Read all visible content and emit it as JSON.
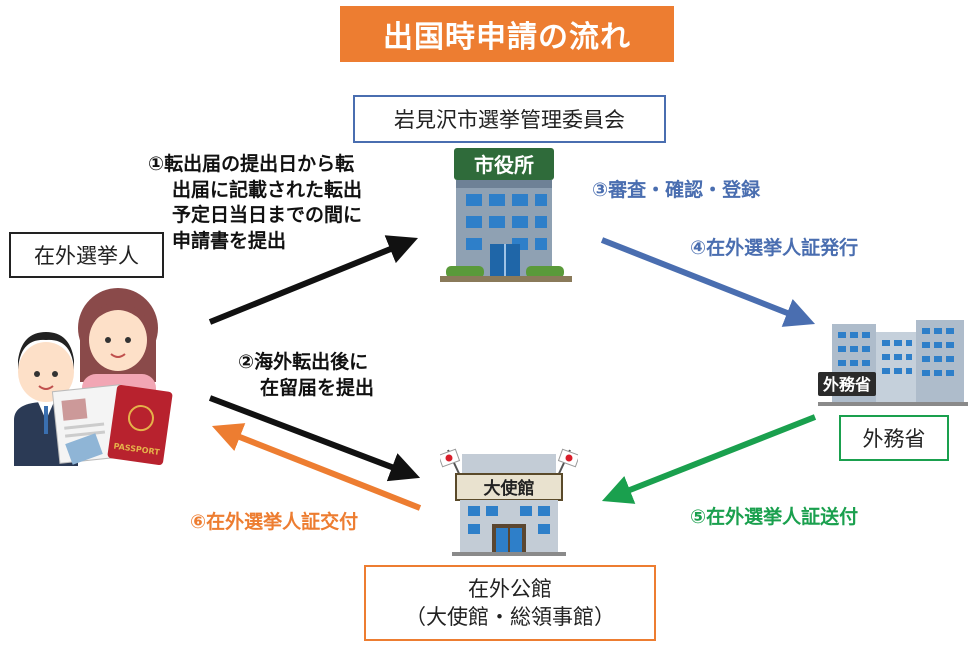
{
  "title": "出国時申請の流れ",
  "nodes": {
    "committee": "岩見沢市選挙管理委員会",
    "voter": "在外選挙人",
    "mofa": "外務省",
    "consulate_line1": "在外公館",
    "consulate_line2": "（大使館・総領事館）"
  },
  "steps": {
    "step1": [
      "①転出届の提出日から転",
      "出届に記載された転出",
      "予定日当日までの間に",
      "申請書を提出"
    ],
    "step2": [
      "②海外転出後に",
      "在留届を提出"
    ],
    "step3": "③審査・確認・登録",
    "step4": "④在外選挙人証発行",
    "step5": "⑤在外選挙人証送付",
    "step6": "⑥在外選挙人証交付"
  },
  "illustrations": {
    "city_hall_sign": "市役所",
    "mofa_sign": "外務省",
    "embassy_sign": "大使館",
    "passport_text": "PASSPORT"
  },
  "colors": {
    "title_bg": "#ed7d31",
    "blue": "#4a6eb0",
    "green": "#1aa04e",
    "orange": "#ed7d31",
    "black": "#111111"
  }
}
